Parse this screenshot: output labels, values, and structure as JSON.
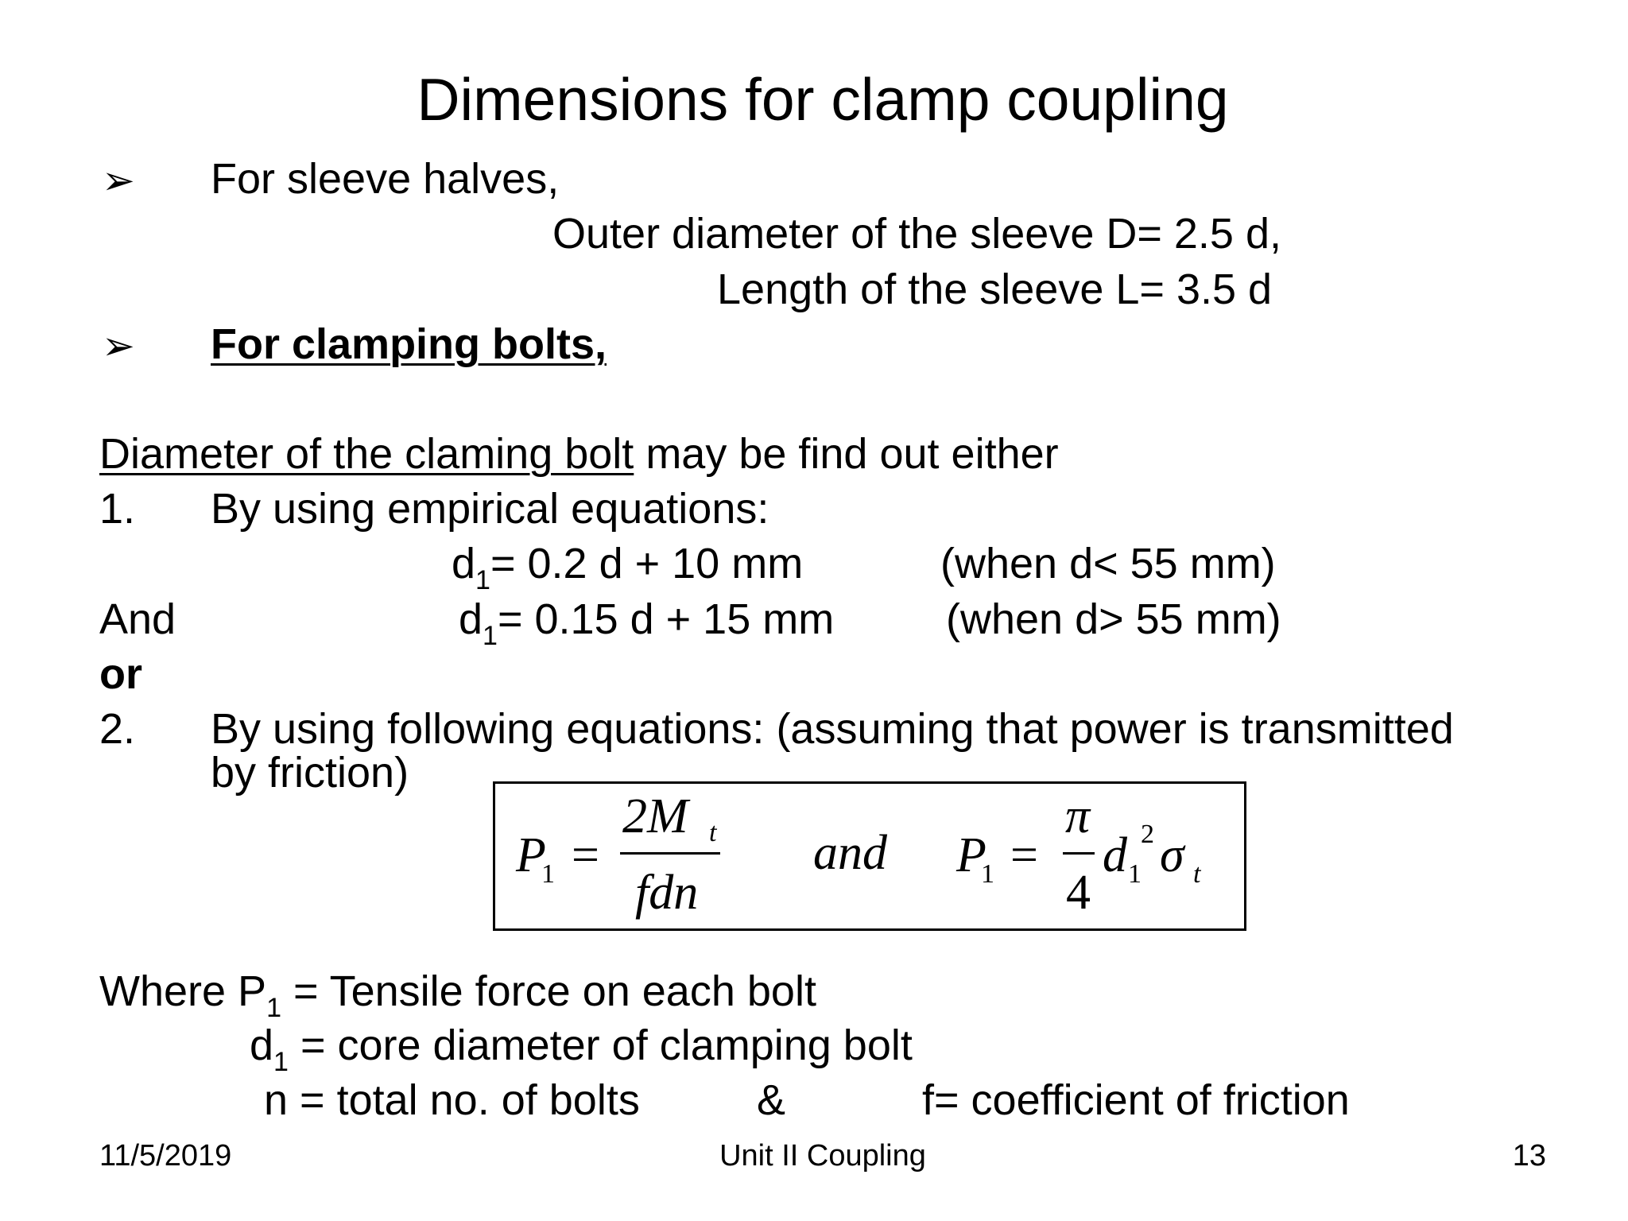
{
  "slide": {
    "title": "Dimensions for clamp coupling",
    "bullet_glyph": "➢",
    "sleeve_heading": "For sleeve halves,",
    "outer_diameter": "Outer diameter of the sleeve D= 2.5 d,",
    "sleeve_length": "Length of the sleeve L= 3.5 d",
    "bolts_heading": "For clamping bolts,",
    "diameter_underlined": "Diameter of the claming bolt",
    "diameter_rest": " may be find out either",
    "item1_num": "1.",
    "item1_text": "By using empirical equations:",
    "eq1": {
      "var": "d",
      "sub": "1",
      "expr": "= 0.2 d + 10 mm",
      "cond": "(when d< 55 mm)"
    },
    "and_label": "And",
    "eq2": {
      "var": "d",
      "sub": "1",
      "expr": "= 0.15 d + 15 mm",
      "cond": "(when d> 55 mm)"
    },
    "or_label": "or",
    "item2_num": "2.",
    "item2_line1": "By using following equations: (assuming that power is transmitted",
    "item2_line2": "by friction)",
    "formula": {
      "p": "P",
      "p_sub": "1",
      "equals": "=",
      "num": "2M",
      "num_sub": "t",
      "den": "fdn",
      "and": "and",
      "pi": "π",
      "four": "4",
      "d": "d",
      "d_sub": "1",
      "d_sup": "2",
      "sigma": "σ",
      "sigma_sub": "t"
    },
    "where_prefix": "Where P",
    "where_sub": "1",
    "where_def": " = Tensile force on each bolt",
    "d1_var": "d",
    "d1_sub": "1",
    "d1_def": " = core diameter of clamping bolt",
    "n_def": "n = total no. of bolts",
    "amp": "&",
    "f_def": "f= coefficient of friction"
  },
  "footer": {
    "date": "11/5/2019",
    "center": "Unit II Coupling",
    "page": "13"
  }
}
